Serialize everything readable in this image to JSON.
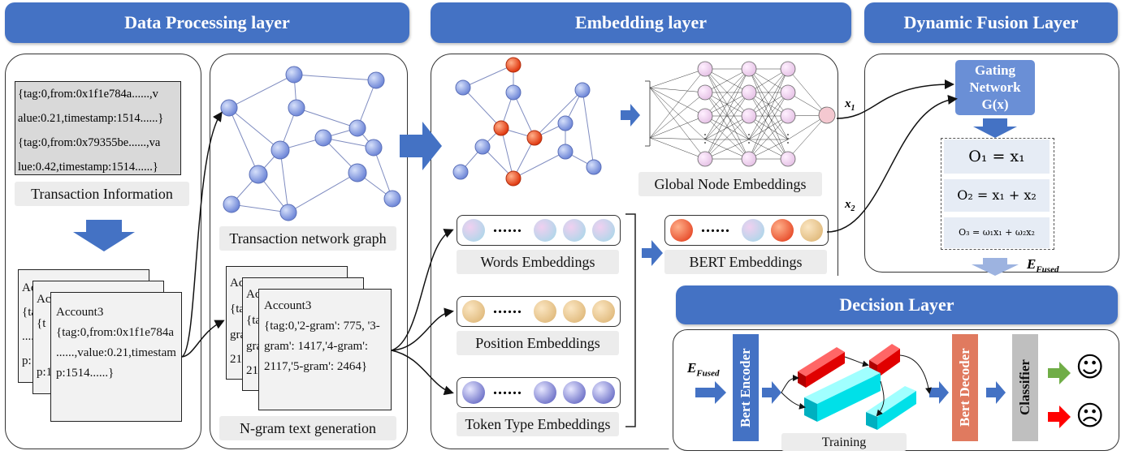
{
  "layers": {
    "data_processing": "Data Processing layer",
    "embedding": "Embedding layer",
    "dynamic_fusion": "Dynamic Fusion Layer",
    "decision": "Decision Layer"
  },
  "transaction_info": {
    "lines": [
      "{tag:0,from:0x1f1e784a......,v",
      "alue:0.21,timestamp:1514......}",
      "{tag:0,from:0x79355be......,va",
      "lue:0.42,timestamp:1514......}"
    ],
    "caption": "Transaction Information"
  },
  "account_doc": {
    "title": "Account3",
    "lines": [
      "{tag:0,from:0x1f1e784a",
      "......,value:0.21,timestam",
      "p:1514......}"
    ],
    "back_fragments": [
      "Ac",
      "Ac",
      "{ta",
      "{t",
      "....",
      "p:",
      "p:1"
    ]
  },
  "ngram_doc": {
    "title": "Account3",
    "lines": [
      "{tag:0,'2-gram': 775, '3-",
      "gram': 1417,'4-gram':",
      "2117,'5-gram': 2464}"
    ],
    "back_fragments": [
      "Ac",
      "Ac",
      "{ta",
      "{ta",
      "gra",
      "gra",
      "21",
      "21"
    ]
  },
  "graph_caption": "Transaction network graph",
  "ngram_caption": "N-gram text generation",
  "embeddings": {
    "global_node": "Global Node Embeddings",
    "words": "Words Embeddings",
    "position": "Position Embeddings",
    "token_type": "Token Type Embeddings",
    "bert": "BERT Embeddings",
    "ellipsis": "......"
  },
  "fusion": {
    "x1": "x",
    "x1_sub": "1",
    "x2": "x",
    "x2_sub": "2",
    "gating_lines": [
      "Gating",
      "Network",
      "G(x)"
    ],
    "o1": "O₁ = x₁",
    "o2": "O₂ = x₁ + x₂",
    "o3": "O₃ = ω₁x₁ + ω₂x₂",
    "fused_label": "E",
    "fused_sub": "Fused"
  },
  "decision": {
    "input_label": "E",
    "input_sub": "Fused",
    "bert_encoder": "Bert Encoder",
    "bert_decoder": "Bert Decoder",
    "classifier": "Classifier",
    "training": "Training",
    "happy_face": "☺",
    "sad_face": "☹"
  },
  "colors": {
    "banner": "#4472c4",
    "node_blue": "#8fa7e6",
    "node_red": "#e8400f",
    "encoder": "#4472c4",
    "decoder": "#e07a5f",
    "classifier": "#a6a6a6",
    "arrow_green": "#70ad47",
    "arrow_red": "#ff0000"
  }
}
